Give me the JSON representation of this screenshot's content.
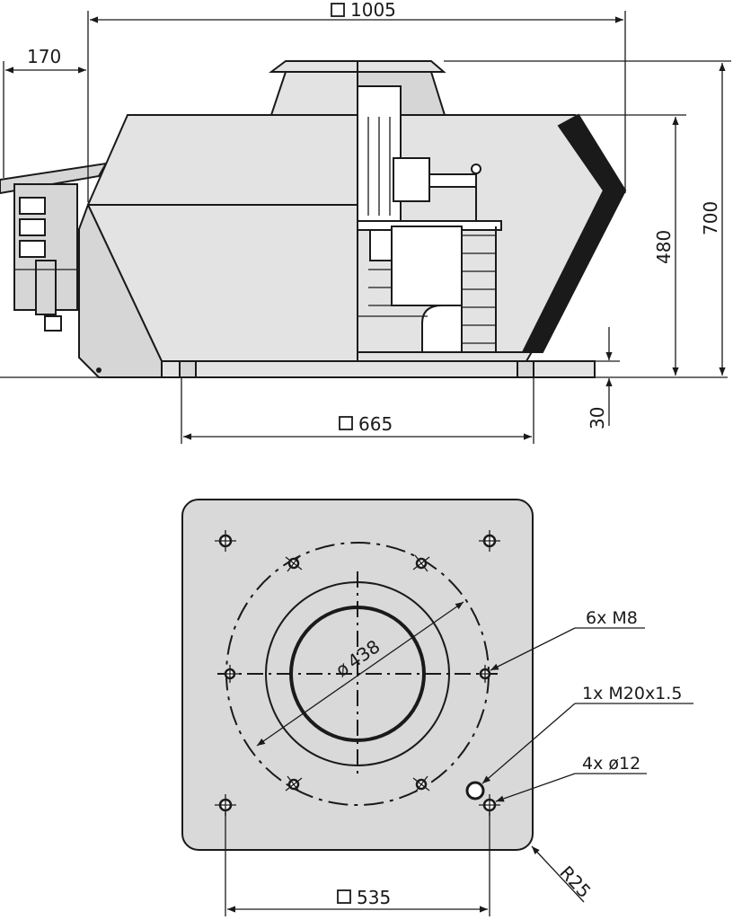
{
  "dimensions": {
    "top_width": "1005",
    "overhang": "170",
    "total_height": "700",
    "housing_height": "480",
    "base_height": "30",
    "base_width": "665",
    "bolt_spacing": "535",
    "circle_diameter": "438",
    "corner_radius": "R25"
  },
  "symbols": {
    "diameter": "ø"
  },
  "callouts": {
    "threaded_holes": "6x M8",
    "cable_gland": "1x M20x1.5",
    "mount_holes": "4x ø12"
  },
  "colors": {
    "line": "#1a1a1a",
    "housing_fill": "#e3e3e3",
    "housing_dark": "#d6d6d6",
    "plate_fill": "#d9d9d9",
    "outlet_band": "#1a1a1a"
  }
}
